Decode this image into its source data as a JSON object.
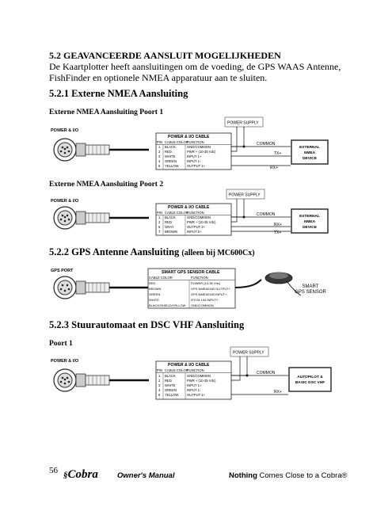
{
  "heading": "5.2 GEAVANCEERDE AANSLUIT MOGELIJKHEDEN",
  "intro": "De Kaartplotter heeft aansluitingen om de voeding, de GPS WAAS Antenne, FishFinder en optionele NMEA apparatuur aan te sluiten.",
  "sections": {
    "nmea_title": "5.2.1 Externe NMEA Aansluiting",
    "port1_title": "Externe NMEA Aansluiting Poort 1",
    "port2_title": "Externe NMEA Aansluiting Poort 2",
    "gps_title": "5.2.2 GPS Antenne Aansluiting",
    "gps_note": "(alleen bij MC600Cx)",
    "autopilot_title": "5.2.3 Stuurautomaat en DSC VHF Aansluiting",
    "autopilot_port": "Poort 1"
  },
  "diagram1": {
    "power_io": "POWER & I/O",
    "cable_title": "POWER & I/O CABLE",
    "headers": [
      "PIN",
      "CABLE COLOR",
      "FUNCTION"
    ],
    "rows": [
      [
        "1",
        "BLACK",
        "GND/COMMON"
      ],
      [
        "2",
        "RED",
        "PWR + (10-35 Vdc)"
      ],
      [
        "3",
        "WHITE",
        "INPUT 1+"
      ],
      [
        "4",
        "GREEN",
        "INPUT 1-"
      ],
      [
        "6",
        "YELLOW",
        "OUTPUT 1+"
      ]
    ],
    "power_supply": "POWER SUPPLY",
    "common": "COMMON",
    "tx": "TX+",
    "rx": "RX+",
    "device": [
      "EXTERNAL",
      "NMEA",
      "DEVICE"
    ]
  },
  "diagram2": {
    "power_io": "POWER & I/O",
    "cable_title": "POWER & I/O CABLE",
    "headers": [
      "PIN",
      "CABLE COLOR",
      "FUNCTION"
    ],
    "rows": [
      [
        "1",
        "BLACK",
        "GND/COMMON"
      ],
      [
        "2",
        "RED",
        "PWR + (10-35 Vdc)"
      ],
      [
        "5",
        "GRAY",
        "OUTPUT 2+"
      ],
      [
        "7",
        "BROWN",
        "INPUT 2+"
      ]
    ],
    "power_supply": "POWER SUPPLY",
    "common": "COMMON",
    "rx": "RX+",
    "tx": "TX+",
    "device": [
      "EXTERNAL",
      "NMEA",
      "DEVICE"
    ]
  },
  "diagram3": {
    "gps_port": "GPS PORT",
    "cable_title": "SMART GPS SENSOR CABLE",
    "headers": [
      "CABLE COLOR",
      "FUNCTION"
    ],
    "rows": [
      [
        "RED",
        "POWER (10-35 Vdc)"
      ],
      [
        "BROWN",
        "GPS NMEA0183 OUTPUT+"
      ],
      [
        "GREEN",
        "GPS NMEA0183 INPUT+"
      ],
      [
        "WHITE",
        "RTCM 104 INPUT+"
      ],
      [
        "BLACK/SHIELD/YELLOW",
        "GND/COMMON"
      ]
    ],
    "sensor": [
      "SMART",
      "GPS SENSOR"
    ]
  },
  "diagram4": {
    "power_io": "POWER & I/O",
    "cable_title": "POWER & I/O CABLE",
    "headers": [
      "PIN",
      "CABLE COLOR",
      "FUNCTION"
    ],
    "rows": [
      [
        "1",
        "BLACK",
        "GND/COMMON"
      ],
      [
        "2",
        "RED",
        "PWR + (10-35 Vdc)"
      ],
      [
        "3",
        "WHITE",
        "INPUT 1+"
      ],
      [
        "4",
        "GREEN",
        "INPUT 1-"
      ],
      [
        "6",
        "YELLOW",
        "OUTPUT 1+"
      ]
    ],
    "power_supply": "POWER SUPPLY",
    "common": "COMMON",
    "rx": "RX+",
    "device": [
      "AUTOPILOT &",
      "BASIC DSC VHF"
    ]
  },
  "footer": {
    "page_number": "56",
    "logo": "Cobra",
    "manual": "Owner's Manual",
    "slogan_bold": "Nothing",
    "slogan_rest": "Comes Close to a Cobra®"
  }
}
